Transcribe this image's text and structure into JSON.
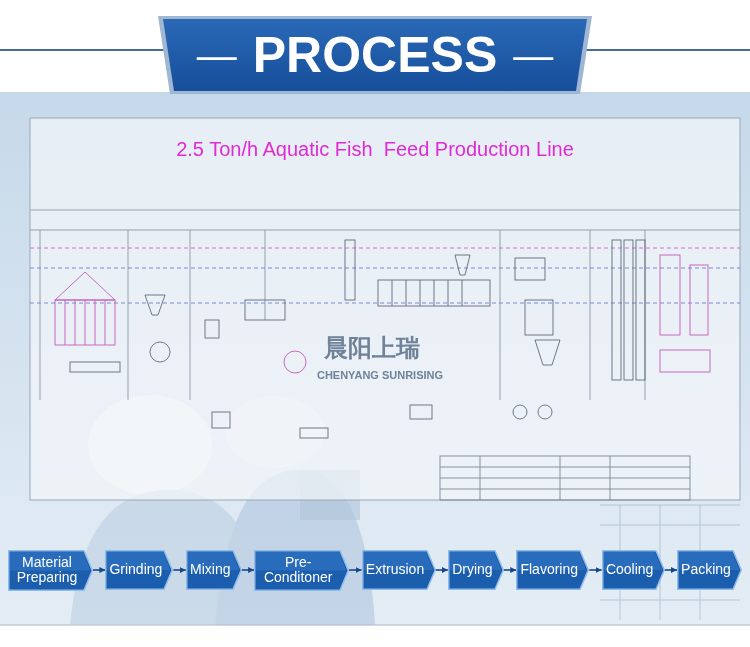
{
  "diagram": {
    "title": "PROCESS",
    "nodes": [
      {
        "text": [
          "Material Preparing"
        ]
      },
      {
        "text": [
          "Grinding"
        ]
      },
      {
        "text": [
          "Mixing"
        ]
      },
      {
        "text": [
          "Pre-Conditoner"
        ]
      },
      {
        "text": [
          "Extrusion"
        ]
      },
      {
        "text": [
          "Drying"
        ]
      },
      {
        "text": [
          "Flavoring"
        ]
      },
      {
        "text": [
          "Cooling"
        ]
      },
      {
        "text": [
          "Packing"
        ]
      }
    ],
    "edges": [
      {
        "from": 0,
        "to": 1,
        "arrow": "to"
      },
      {
        "from": 1,
        "to": 2,
        "arrow": "to"
      },
      {
        "from": 2,
        "to": 3,
        "arrow": "to"
      },
      {
        "from": 3,
        "to": 4,
        "arrow": "to"
      },
      {
        "from": 4,
        "to": 5,
        "arrow": "to"
      },
      {
        "from": 5,
        "to": 6,
        "arrow": "to"
      },
      {
        "from": 6,
        "to": 7,
        "arrow": "to"
      },
      {
        "from": 7,
        "to": 8,
        "arrow": "to"
      }
    ],
    "labels": [
      "—",
      "—",
      "2.5 Ton/h Aquatic Fish  Feed Production Line",
      "晨阳上瑞",
      "CHENYANG SUNRISING"
    ]
  }
}
